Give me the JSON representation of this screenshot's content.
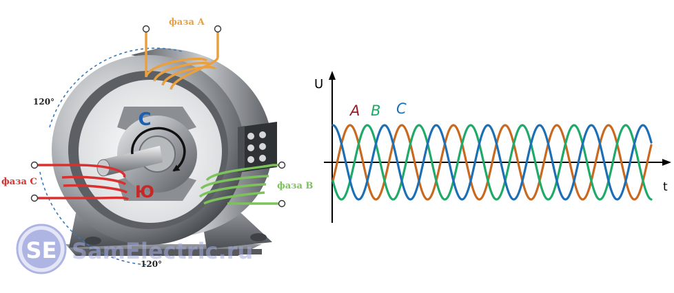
{
  "motor": {
    "phase_a": "фаза А",
    "phase_b": "фаза В",
    "phase_c": "фаза С",
    "angle_top": "120°",
    "angle_bottom": "120°",
    "pole_north": "С",
    "pole_south": "Ю"
  },
  "watermark": {
    "badge": "SE",
    "text": "SamElectric.ru"
  },
  "graph": {
    "y_axis_label": "U",
    "x_axis_label": "t",
    "series_labels": [
      "A",
      "B",
      "C"
    ]
  },
  "colors": {
    "phase_a": "#e8a040",
    "phase_b": "#7cc35a",
    "phase_c": "#d8312f",
    "wave_a": "#c8691f",
    "wave_b": "#1faa6a",
    "wave_c": "#1d6fb5",
    "label_a": "#9b1b24",
    "label_b": "#1faa6a",
    "label_c": "#1d6fb5",
    "pole_north": "#1d5fb0",
    "pole_south": "#c62828"
  },
  "icons": [
    "rotation-arrow-icon",
    "terminal-box-icon",
    "se-badge-icon"
  ]
}
